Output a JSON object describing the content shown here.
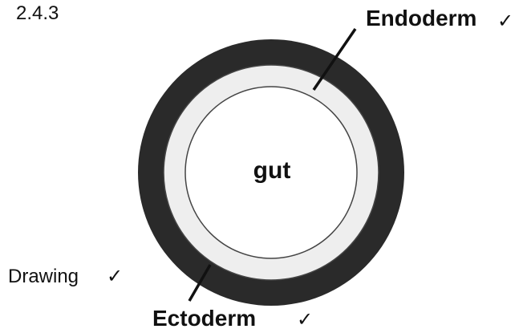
{
  "question_number": "2.4.3",
  "labels": {
    "inner_cavity": "gut",
    "inner_layer": "Endoderm",
    "outer_layer": "Ectoderm",
    "caption": "Drawing"
  },
  "marks": {
    "inner_layer_tick": "✓",
    "outer_layer_tick": "✓",
    "caption_tick": "✓"
  },
  "colors": {
    "ectoderm_ring": "#2a2a2a",
    "endoderm_ring": "#eeeeee",
    "gut_fill": "#ffffff",
    "outline": "#444444",
    "text": "#111111"
  }
}
